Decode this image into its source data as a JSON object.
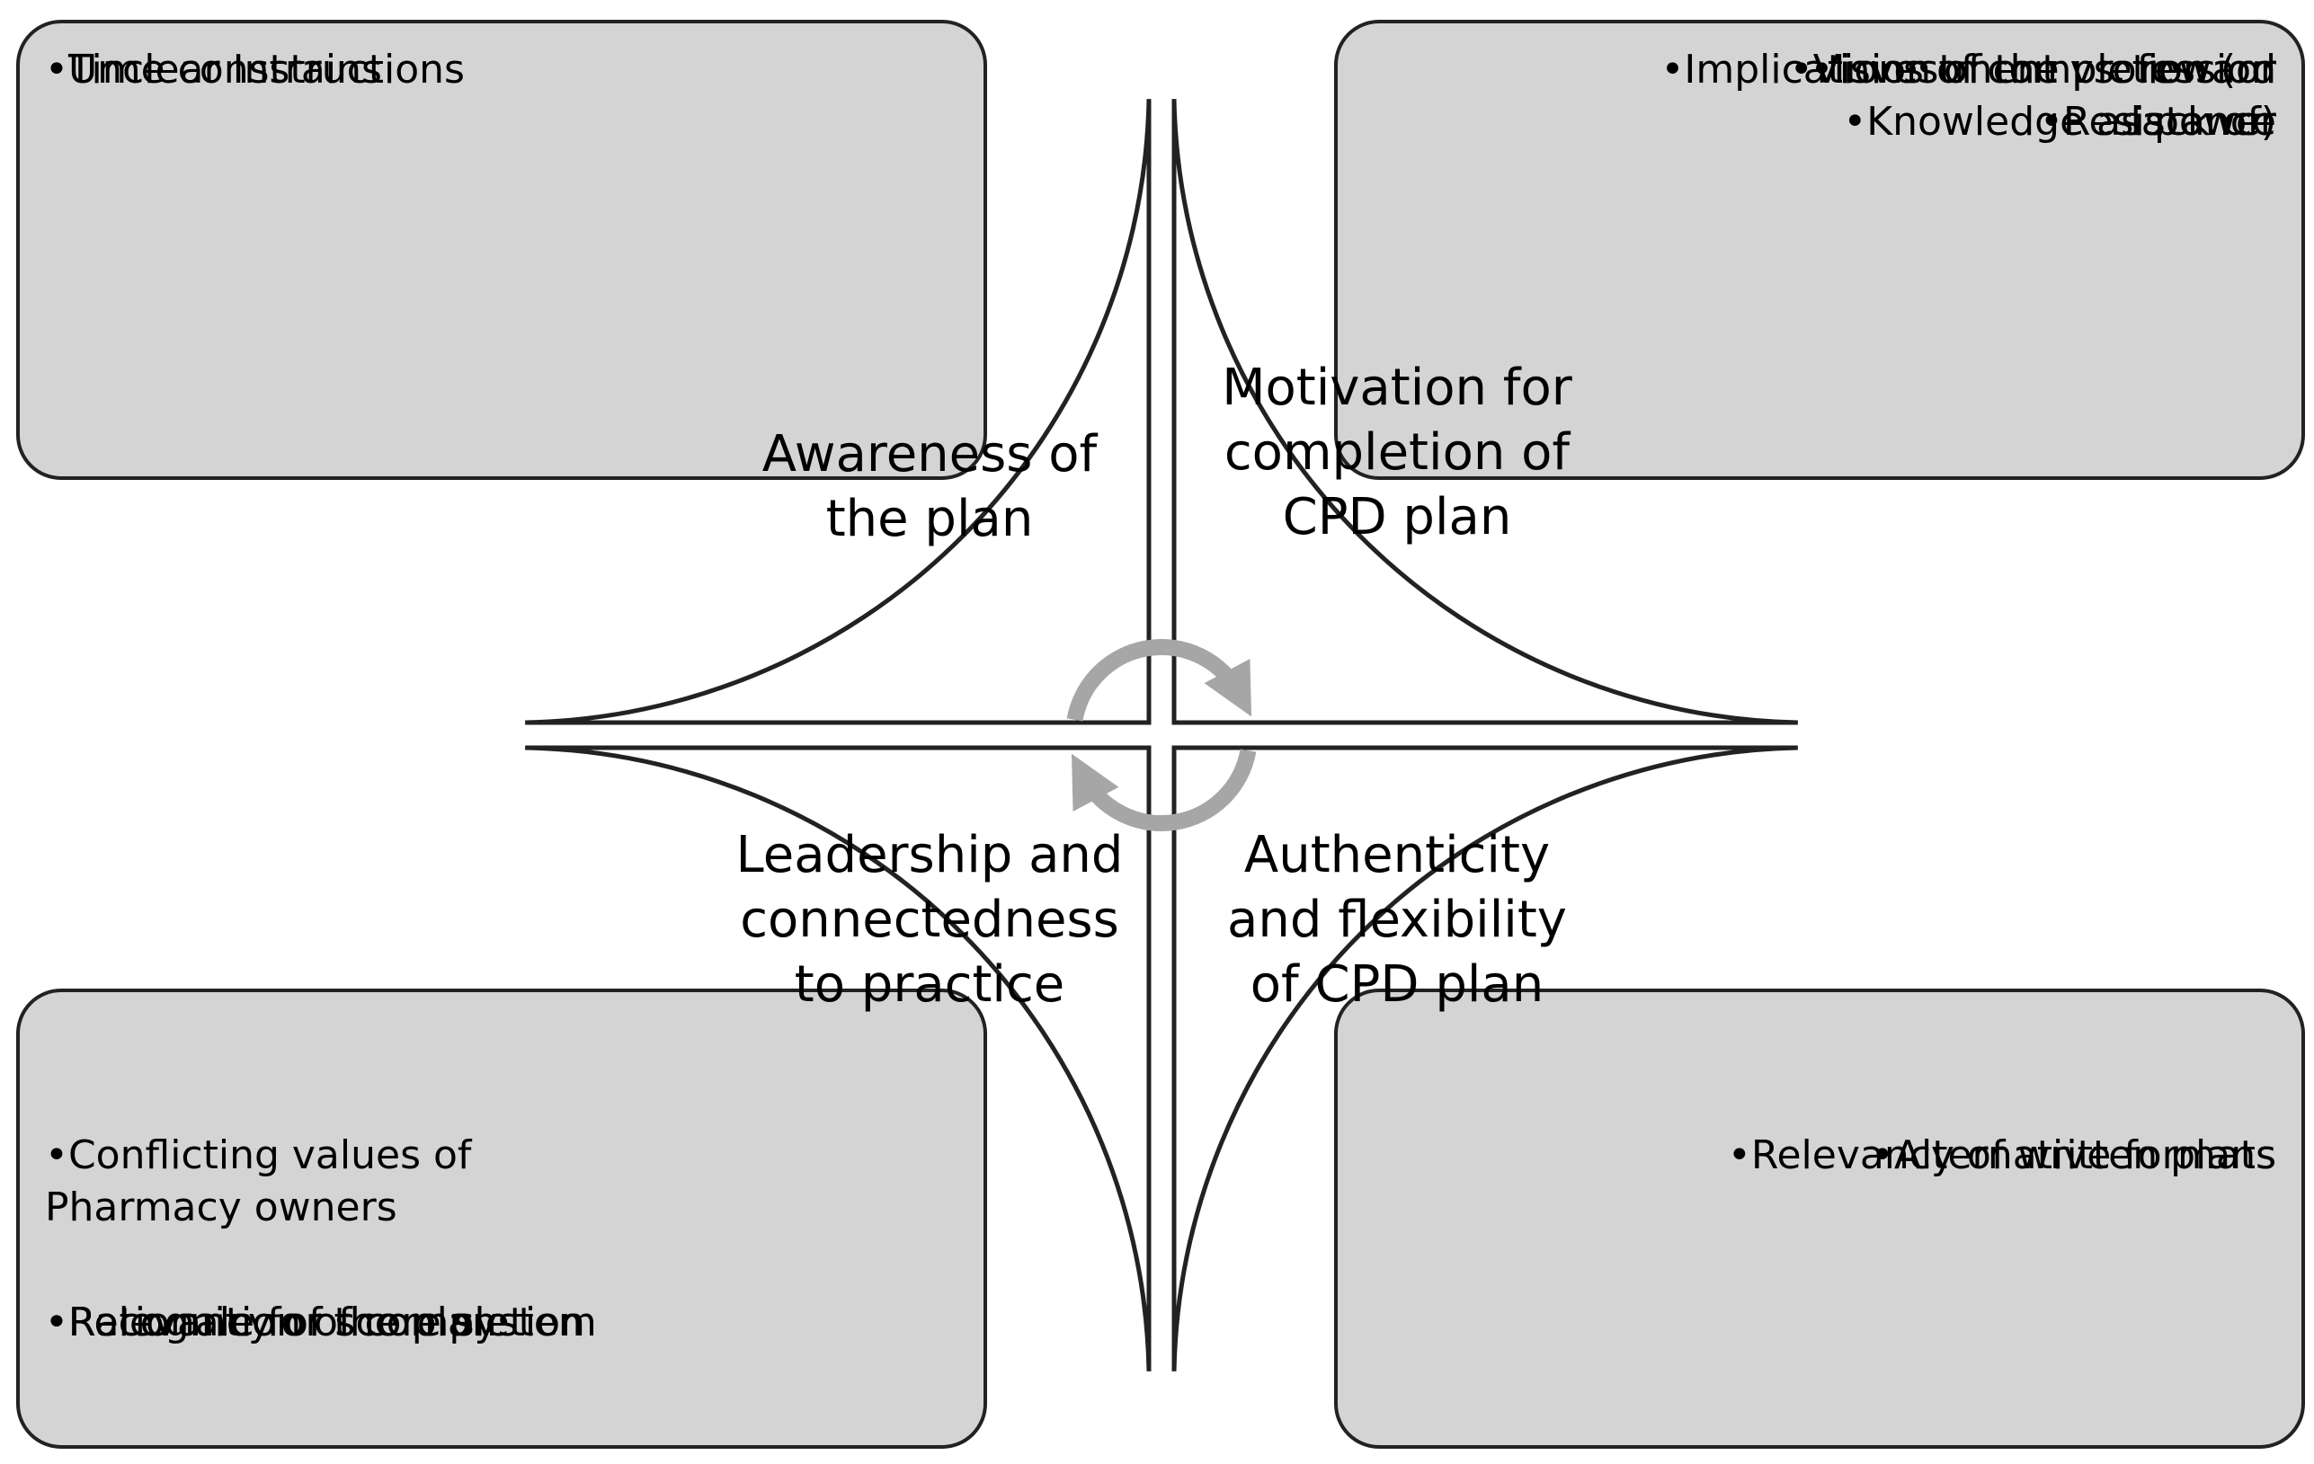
{
  "colors": {
    "box_fill": "#d4d4d4",
    "box_stroke": "#222222",
    "quadrant_fill": "#ffffff",
    "quadrant_stroke": "#222222",
    "cycle_arrow": "#a6a6a6"
  },
  "boxes": [
    {
      "id": "top-left",
      "align": "left",
      "items": [
        [
          "•Time constrains"
        ],
        [
          "•Unclear Instructions"
        ]
      ]
    },
    {
      "id": "top-right",
      "align": "right",
      "items": [
        [
          "•Investment vs. reward"
        ],
        [
          "•Vision of the profession"
        ],
        [
          "•Implications of completion (or",
          "lack of)"
        ],
        [
          "•Resistance"
        ],
        [
          "•Knowledge as power"
        ]
      ]
    },
    {
      "id": "bottom-left",
      "align": "left",
      "items": [
        [
          "•Conflicting values of",
          " Pharmacy owners"
        ],
        [
          "•Relevancy of score system"
        ],
        [
          "•Recognition of completion"
        ],
        [
          "•Rationale for the plan"
        ]
      ]
    },
    {
      "id": "bottom-right",
      "align": "right",
      "items": [
        [
          "•Relevancy of written plans"
        ],
        [
          "•Alternative formats"
        ]
      ]
    }
  ],
  "quadrants": [
    {
      "id": "top-left",
      "lines": [
        "Awareness of",
        "the plan"
      ]
    },
    {
      "id": "top-right",
      "lines": [
        "Motivation for",
        "completion of",
        "CPD plan"
      ]
    },
    {
      "id": "bottom-left",
      "lines": [
        "Leadership and",
        "connectedness",
        "to practice"
      ]
    },
    {
      "id": "bottom-right",
      "lines": [
        "Authenticity",
        "and flexibility",
        "of CPD plan"
      ]
    }
  ],
  "cycle_icon": "circular-arrows-icon"
}
